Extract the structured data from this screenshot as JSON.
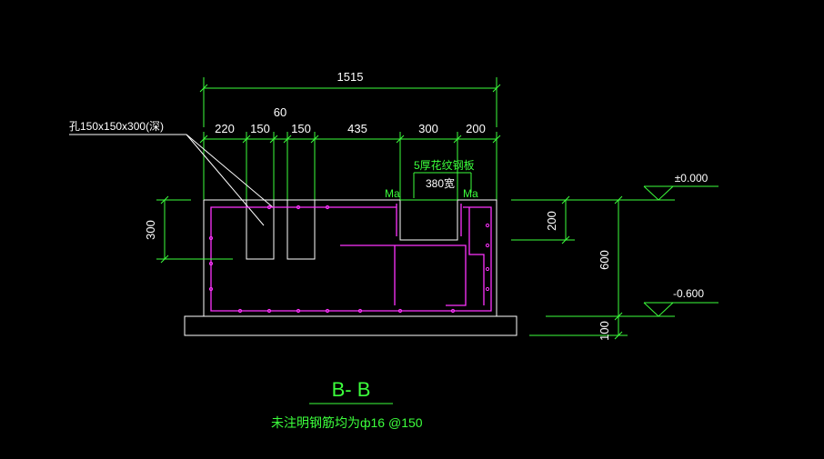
{
  "colors": {
    "background": "#000000",
    "dimension": "#3cff3c",
    "outline": "#ffffff",
    "rebar": "#ff33ff"
  },
  "dimensions": {
    "overall": "1515",
    "gap": "60",
    "segments": [
      "220",
      "150",
      "150",
      "435",
      "300",
      "200"
    ],
    "hole_depth": "300",
    "slab_depth": "200",
    "total_depth": "600",
    "base_thickness": "100"
  },
  "labels": {
    "hole_note": "孔150x150x300(深)",
    "plate_note": "5厚花纹钢板",
    "plate_width": "380宽",
    "anchor_left": "Ma",
    "anchor_right": "Ma",
    "level_top": "±0.000",
    "level_bottom": "-0.600"
  },
  "section_title": "B- B",
  "footnote": "未注明钢筋均为ф16 @150"
}
